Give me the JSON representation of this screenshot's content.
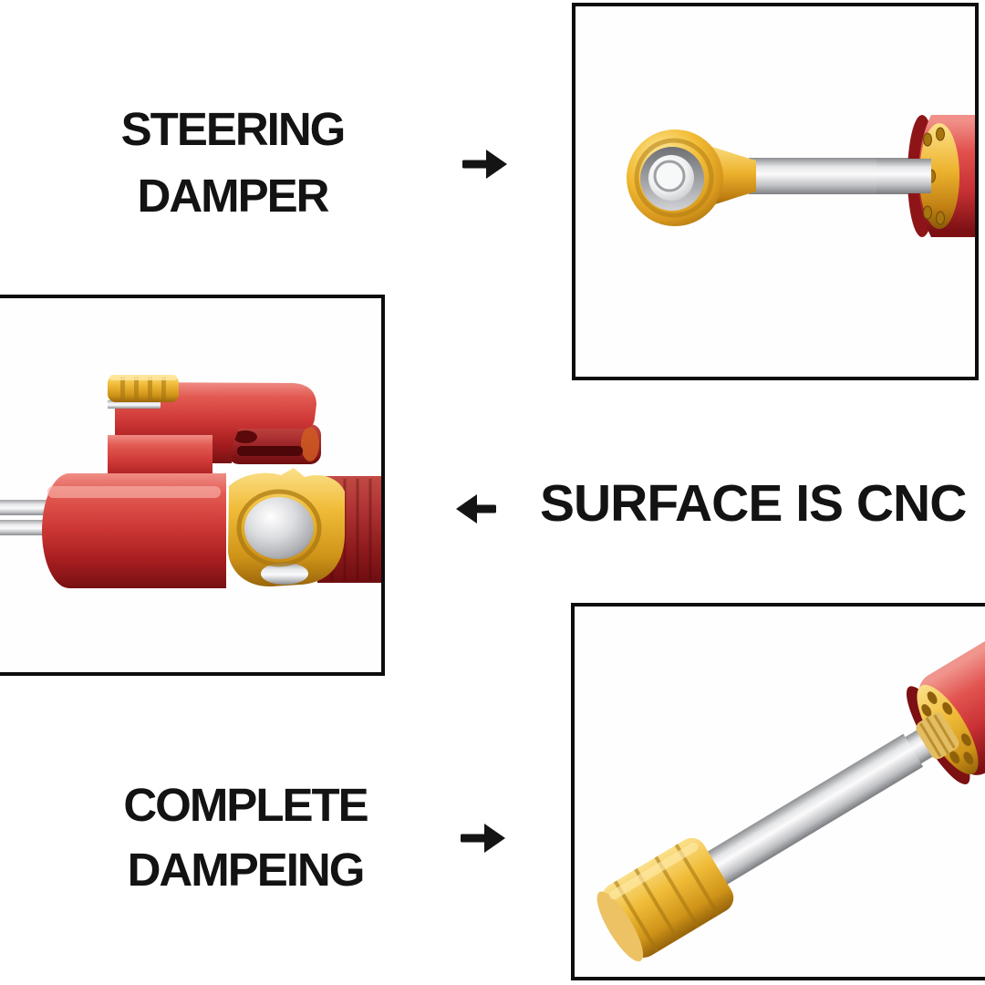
{
  "page": {
    "background": "#ffffff",
    "box_border_color": "#0d0d0d",
    "text_color": "#131313"
  },
  "palette": {
    "red": "#d8403d",
    "dark_red": "#7c1013",
    "gold": "#eeb231",
    "dark_gold": "#9a660c",
    "steel": "#d7d8da",
    "arrow": "#141414"
  },
  "features": [
    {
      "label_line1": "STEERING",
      "label_line2": "DAMPER",
      "arrow": "right",
      "photo": "rod-end-bearing-with-shaft"
    },
    {
      "label_line1": "SURFACE IS CNC",
      "arrow": "left",
      "photo": "cnc-machined-damper-body"
    },
    {
      "label_line1": "COMPLETE",
      "label_line2": "DAMPEING",
      "arrow": "right",
      "photo": "damper-shaft-with-gold-cap"
    }
  ]
}
